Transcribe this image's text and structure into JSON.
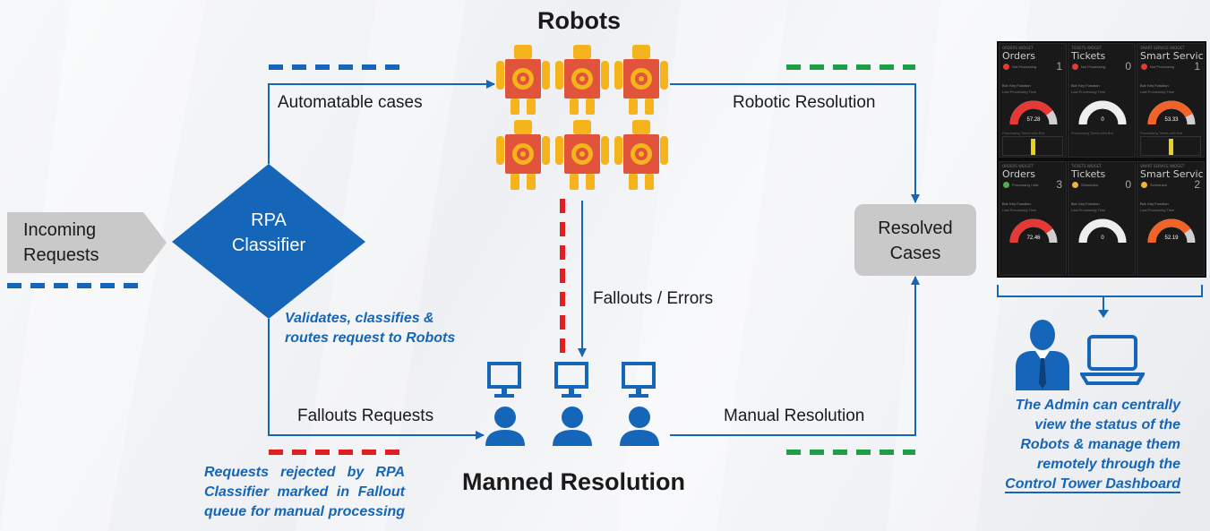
{
  "diagram": {
    "incoming": {
      "line1": "Incoming",
      "line2": "Requests"
    },
    "classifier": {
      "line1": "RPA",
      "line2": "Classifier"
    },
    "robots_title": "Robots",
    "resolved": {
      "line1": "Resolved",
      "line2": "Cases"
    },
    "manned_title": "Manned Resolution",
    "edges": {
      "automatable": "Automatable cases",
      "robotic_resolution": "Robotic Resolution",
      "fallouts_errors": "Fallouts / Errors",
      "fallouts_requests": "Fallouts Requests",
      "manual_resolution": "Manual Resolution"
    },
    "notes": {
      "classifier_note": [
        "Validates, classifies &",
        "routes request to Robots"
      ],
      "rejected_note": [
        "Requests rejected by RPA",
        "Classifier marked in Fallout",
        "queue for manual processing"
      ]
    },
    "admin_note": {
      "lines": [
        "The Admin can centrally",
        "view the status of the",
        "Robots & manage them",
        "remotely through the"
      ],
      "underlined": "Control Tower Dashboard"
    },
    "colors": {
      "blue": "#1565b8",
      "red": "#e02020",
      "green": "#1f9e48",
      "robot_yellow": "#f5b31c",
      "robot_red": "#e2533b",
      "gray_box": "#c9c9c9"
    }
  },
  "dashboard": {
    "panels": [
      {
        "cap": "ORDERS WIDGET",
        "title": "Orders",
        "status": "Not Processing",
        "status_color": "#e53935",
        "count": "1",
        "sub1": "Bot: Key Function",
        "sub2": "Last Processing Time",
        "gauge_value": "57.28",
        "gauge_color": "#e53935",
        "gauge_fill": 0.8,
        "has_bar": true,
        "bar_label": "Processing Times with Bot"
      },
      {
        "cap": "TICKETS WIDGET",
        "title": "Tickets",
        "status": "Not Processing",
        "status_color": "#e53935",
        "count": "0",
        "sub1": "Bot: Key Function",
        "sub2": "Last Processing Time",
        "gauge_value": "0",
        "gauge_color": "#eeeeee",
        "gauge_fill": 1.0,
        "has_bar": false,
        "bar_label": "Processing Times with Bot"
      },
      {
        "cap": "SMART SERVICE WIDGET",
        "title": "Smart Service",
        "status": "Not Processing",
        "status_color": "#e53935",
        "count": "1",
        "sub1": "Bot: Key Function",
        "sub2": "Last Processing Time",
        "gauge_value": "53.33",
        "gauge_color": "#f0642a",
        "gauge_fill": 0.85,
        "has_bar": true,
        "bar_label": "Processing Times with Bot"
      },
      {
        "cap": "ORDERS WIDGET",
        "title": "Orders",
        "status": "Processing / Idle",
        "status_color": "#4caf50",
        "count": "3",
        "sub1": "Bot: Key Function",
        "sub2": "Last Processing Time",
        "gauge_value": "72.46",
        "gauge_color": "#e53935",
        "gauge_fill": 0.8,
        "has_bar": false,
        "bar_label": ""
      },
      {
        "cap": "TICKETS WIDGET",
        "title": "Tickets",
        "status": "Scheduled",
        "status_color": "#f0b23a",
        "count": "0",
        "sub1": "Bot: Key Function",
        "sub2": "Last Processing Time",
        "gauge_value": "0",
        "gauge_color": "#eeeeee",
        "gauge_fill": 1.0,
        "has_bar": false,
        "bar_label": ""
      },
      {
        "cap": "SMART SERVICE WIDGET",
        "title": "Smart Service",
        "status": "Scheduled",
        "status_color": "#f0b23a",
        "count": "2",
        "sub1": "Bot: Key Function",
        "sub2": "Last Processing Time",
        "gauge_value": "52.19",
        "gauge_color": "#f0642a",
        "gauge_fill": 0.8,
        "has_bar": false,
        "bar_label": ""
      }
    ]
  }
}
